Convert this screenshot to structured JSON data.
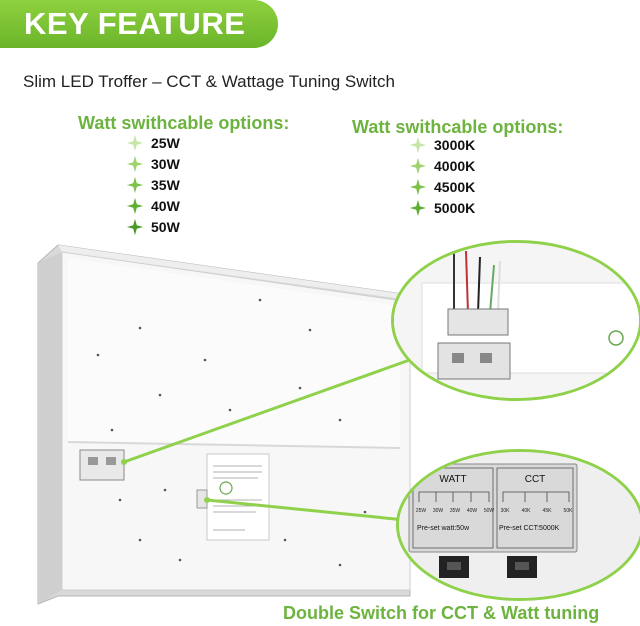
{
  "banner": {
    "title": "KEY FEATURE"
  },
  "subtitle": "Slim LED Troffer – CCT & Wattage Tuning Switch",
  "watt_options": {
    "title": "Watt swithcable options:",
    "items": [
      "25W",
      "30W",
      "35W",
      "40W",
      "50W"
    ]
  },
  "cct_options": {
    "title": "Watt swithcable options:",
    "items": [
      "3000K",
      "4000K",
      "4500K",
      "5000K"
    ]
  },
  "switch_panel": {
    "watt_label": "WATT",
    "cct_label": "CCT",
    "watt_preset": "Pre-set  watt:50w",
    "cct_preset": "Pre-set  CCT:5000K",
    "watt_small": [
      "25W",
      "30W",
      "35W",
      "40W",
      "50W"
    ],
    "cct_small": [
      "30K",
      "40K",
      "45K",
      "50K"
    ]
  },
  "caption": "Double Switch for CCT & Watt tuning",
  "colors": {
    "accent": "#6db33f",
    "banner": "#7cc234"
  },
  "icons": {
    "bullet": "sparkle-star-icon"
  }
}
